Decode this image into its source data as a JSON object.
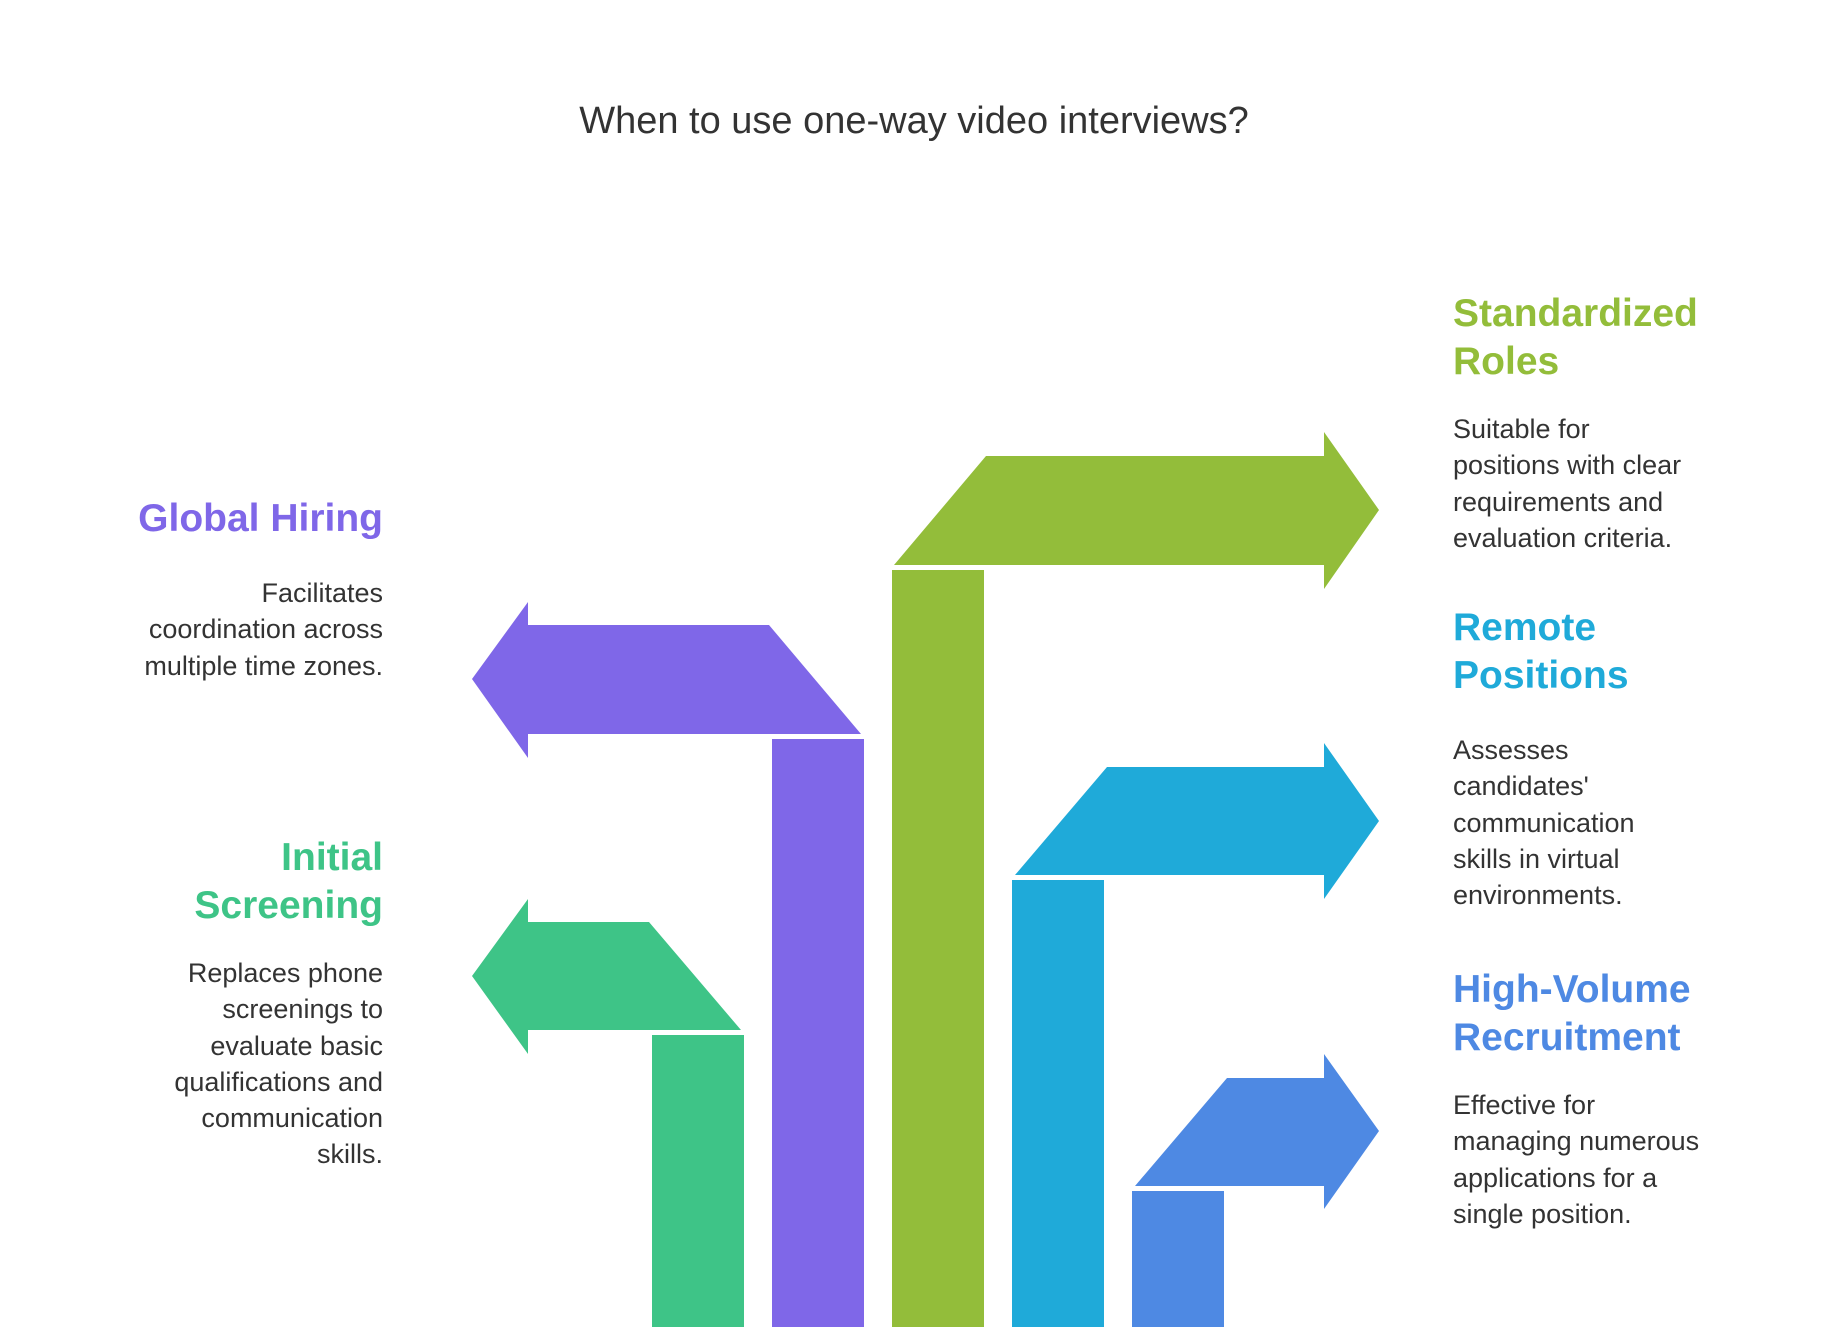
{
  "title": "When to use one-way video interviews?",
  "items": [
    {
      "heading_lines": [
        "Initial",
        "Screening"
      ],
      "body_lines": [
        "Replaces phone",
        "screenings to",
        "evaluate basic",
        "qualifications and",
        "communication",
        "skills."
      ],
      "color": "#3EC487",
      "direction": "left"
    },
    {
      "heading_lines": [
        "Global Hiring"
      ],
      "body_lines": [
        "Facilitates",
        "coordination across",
        "multiple time zones."
      ],
      "color": "#7F67E8",
      "direction": "left"
    },
    {
      "heading_lines": [
        "Standardized",
        "Roles"
      ],
      "body_lines": [
        "Suitable for",
        "positions with clear",
        "requirements and",
        "evaluation criteria."
      ],
      "color": "#93BD3A",
      "direction": "right"
    },
    {
      "heading_lines": [
        "Remote",
        "Positions"
      ],
      "body_lines": [
        "Assesses",
        "candidates'",
        "communication",
        "skills in virtual",
        "environments."
      ],
      "color": "#1FAAD9",
      "direction": "right"
    },
    {
      "heading_lines": [
        "High-Volume",
        "Recruitment"
      ],
      "body_lines": [
        "Effective for",
        "managing numerous",
        "applications for a",
        "single position."
      ],
      "color": "#4E89E3",
      "direction": "right"
    }
  ]
}
